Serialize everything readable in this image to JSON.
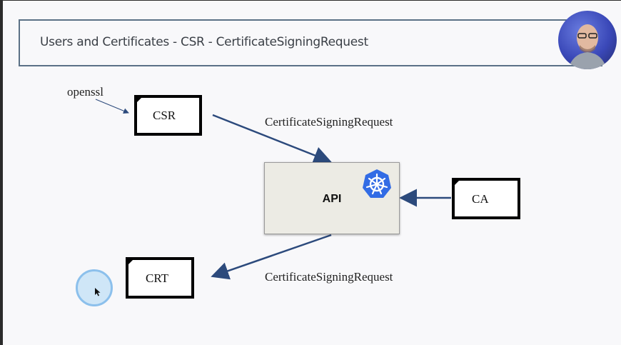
{
  "title": "Users and Certificates - CSR - CertificateSigningRequest",
  "nodes": {
    "openssl": "openssl",
    "csr": "CSR",
    "api": "API",
    "ca": "CA",
    "crt": "CRT"
  },
  "edges": {
    "top_label": "CertificateSigningRequest",
    "bottom_label": "CertificateSigningRequest"
  },
  "colors": {
    "arrow": "#2c4a7c",
    "title_border": "#5b7186",
    "api_fill": "#ecebe4",
    "k8s_blue": "#326ce5"
  },
  "icons": [
    "kubernetes-icon",
    "presenter-avatar",
    "mouse-cursor-icon"
  ]
}
